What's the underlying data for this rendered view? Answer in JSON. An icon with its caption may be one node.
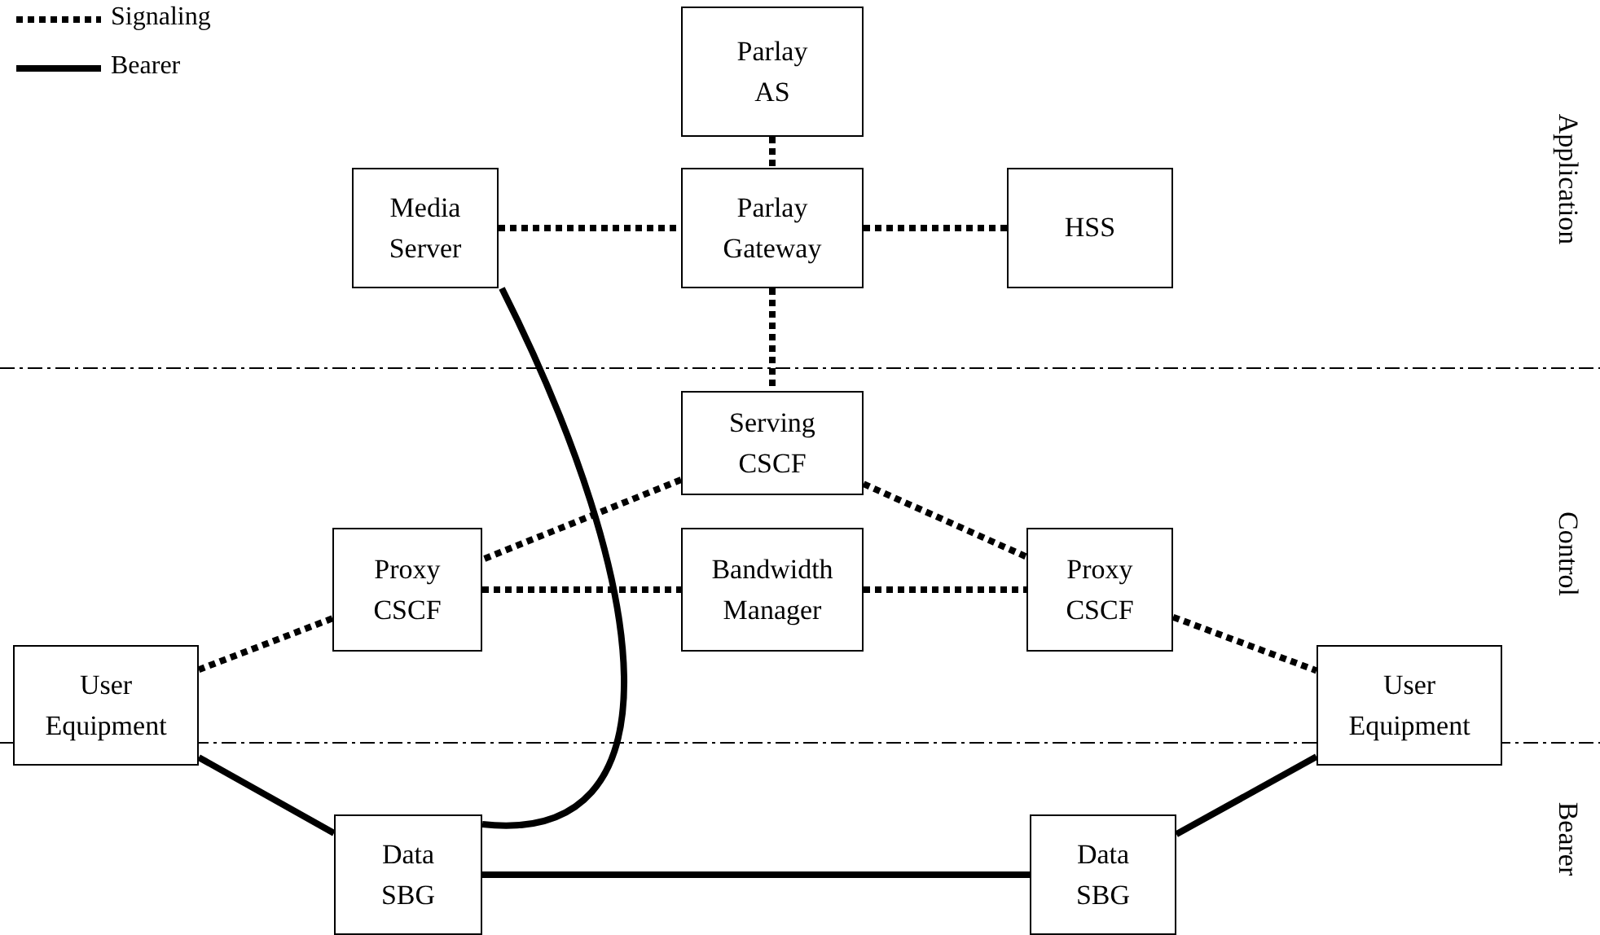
{
  "diagram": {
    "nodes": [
      {
        "text": [
          "Parlay AS"
        ]
      },
      {
        "text": [
          "Media Server"
        ]
      },
      {
        "text": [
          "Parlay Gateway"
        ]
      },
      {
        "text": [
          "HSS"
        ]
      },
      {
        "text": [
          "Serving CSCF"
        ]
      },
      {
        "text": [
          "Proxy CSCF"
        ]
      },
      {
        "text": [
          "Bandwidth Manager"
        ]
      },
      {
        "text": [
          "Proxy CSCF"
        ]
      },
      {
        "text": [
          "User Equipment"
        ]
      },
      {
        "text": [
          "User Equipment"
        ]
      },
      {
        "text": [
          "Data SBG"
        ]
      },
      {
        "text": [
          "Data SBG"
        ]
      }
    ],
    "edges": [
      {
        "from": 0,
        "to": 2,
        "arrow": "none",
        "style": "dashed"
      },
      {
        "from": 1,
        "to": 2,
        "arrow": "none",
        "style": "dashed"
      },
      {
        "from": 2,
        "to": 3,
        "arrow": "none",
        "style": "dashed"
      },
      {
        "from": 2,
        "to": 4,
        "arrow": "none",
        "style": "dashed"
      },
      {
        "from": 4,
        "to": 5,
        "arrow": "none",
        "style": "dashed"
      },
      {
        "from": 4,
        "to": 7,
        "arrow": "none",
        "style": "dashed"
      },
      {
        "from": 5,
        "to": 6,
        "arrow": "none",
        "style": "dashed"
      },
      {
        "from": 6,
        "to": 7,
        "arrow": "none",
        "style": "dashed"
      },
      {
        "from": 5,
        "to": 8,
        "arrow": "none",
        "style": "dashed"
      },
      {
        "from": 7,
        "to": 9,
        "arrow": "none",
        "style": "dashed"
      },
      {
        "from": 1,
        "to": 10,
        "arrow": "none"
      },
      {
        "from": 10,
        "to": 11,
        "arrow": "none"
      },
      {
        "from": 8,
        "to": 10,
        "arrow": "none"
      },
      {
        "from": 9,
        "to": 11,
        "arrow": "none"
      }
    ],
    "labels": [
      "Application",
      "Control",
      "Bearer"
    ],
    "legend": [
      {
        "text": "Signaling"
      },
      {
        "text": "Bearer"
      }
    ]
  }
}
